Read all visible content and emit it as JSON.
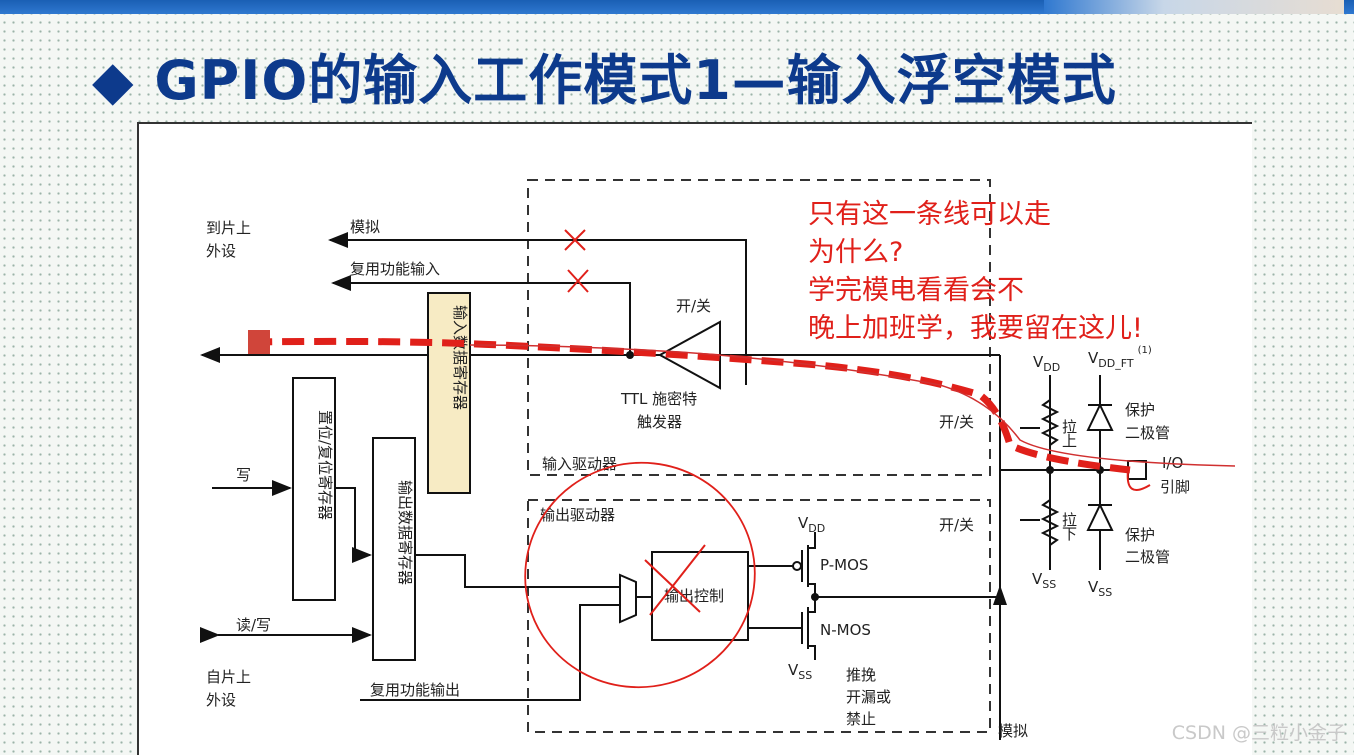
{
  "title": "◆ GPIO的输入工作模式1—输入浮空模式",
  "labels": {
    "to_peripheral_1": "到片上",
    "to_peripheral_2": "外设",
    "analog": "模拟",
    "af_input": "复用功能输入",
    "on_off": "开/关",
    "ttl_1": "TTL 施密特",
    "ttl_2": "触发器",
    "input_data_reg": "输入数据寄存器",
    "input_driver": "输入驱动器",
    "output_driver": "输出驱动器",
    "write": "写",
    "set_reset_reg": "置位/复位寄存器",
    "output_data_reg": "输出数据寄存器",
    "read_write": "读/写",
    "from_peripheral_1": "自片上",
    "from_peripheral_2": "外设",
    "af_output": "复用功能输出",
    "output_control": "输出控制",
    "vdd": "V",
    "vdd_sub": "DD",
    "vss": "V",
    "vss_sub": "SS",
    "pmos": "P-MOS",
    "nmos": "N-MOS",
    "push_pull_1": "推挽",
    "push_pull_2": "开漏或",
    "push_pull_3": "禁止",
    "vdd_ft": "V",
    "vdd_ft_sub": "DD_FT",
    "vdd_ft_sup": "(1)",
    "protect_1": "保护",
    "protect_2": "二极管",
    "pull_up_1": "拉",
    "pull_up_2": "上",
    "pull_down_1": "拉",
    "pull_down_2": "下",
    "io_1": "I/O",
    "io_2": "引脚",
    "analog_bottom": "模拟"
  },
  "annotation": [
    "只有这一条线可以走",
    "为什么?",
    "学完模电看看会不",
    "晚上加班学，我要留在这儿!"
  ],
  "watermark": "CSDN @三粒小金子",
  "colors": {
    "title": "#0d3a8c",
    "annotation": "#e0201a",
    "topbar": "#1a5fb4"
  }
}
